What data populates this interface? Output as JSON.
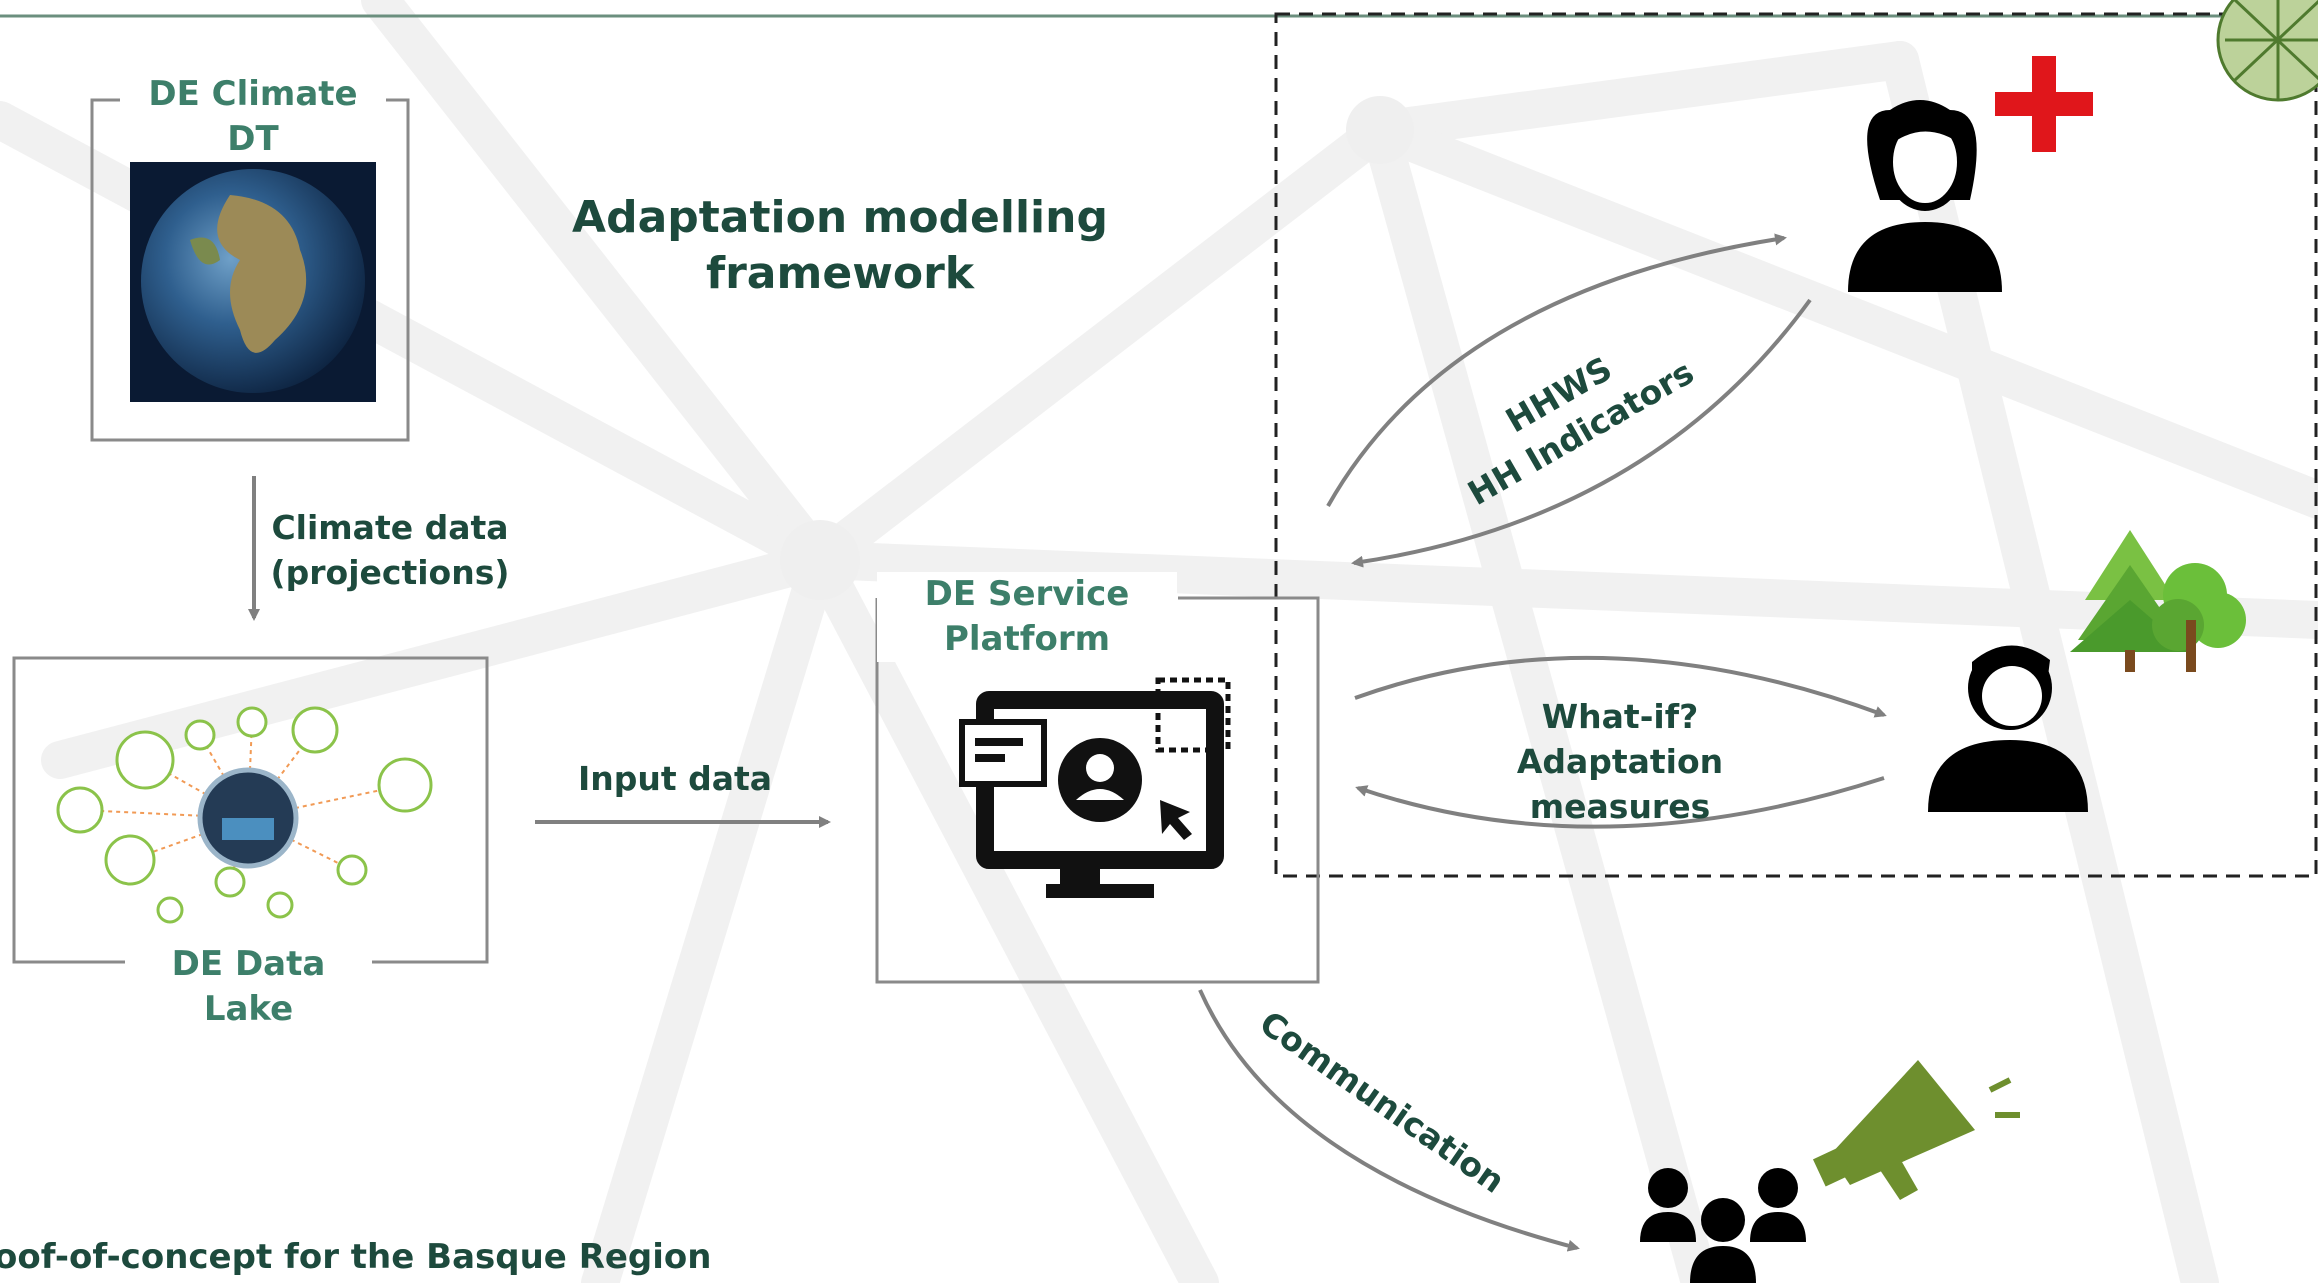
{
  "title": {
    "line1": "Adaptation modelling",
    "line2": "framework"
  },
  "nodes": {
    "climate_dt": {
      "line1": "DE Climate",
      "line2": "DT"
    },
    "data_lake": {
      "line1": "DE Data",
      "line2": "Lake"
    },
    "service_platform": {
      "line1": "DE Service",
      "line2": "Platform"
    }
  },
  "edges": {
    "climate_data": {
      "line1": "Climate data",
      "line2": "(projections)"
    },
    "input_data": "Input data",
    "hhws": {
      "line1": "HHWS",
      "line2": "HH Indicators"
    },
    "what_if": {
      "line1": "What-if?",
      "line2": "Adaptation",
      "line3": "measures"
    },
    "communication": "Communication"
  },
  "footer": "oof-of-concept for the Basque Region",
  "colors": {
    "teal_label": "#3d7f6a",
    "dark_green_text": "#1d4a3d",
    "arrow_gray": "#808080",
    "cross_red": "#e0161b",
    "megaphone_green": "#6e8f2e",
    "tree_green": "#6bbf3a"
  },
  "icons": [
    "earth-image",
    "data-lake-infographic",
    "computer-user-icon",
    "woman-icon",
    "red-cross-icon",
    "man-icon",
    "trees-icon",
    "group-icon",
    "megaphone-icon",
    "globe-logo"
  ]
}
